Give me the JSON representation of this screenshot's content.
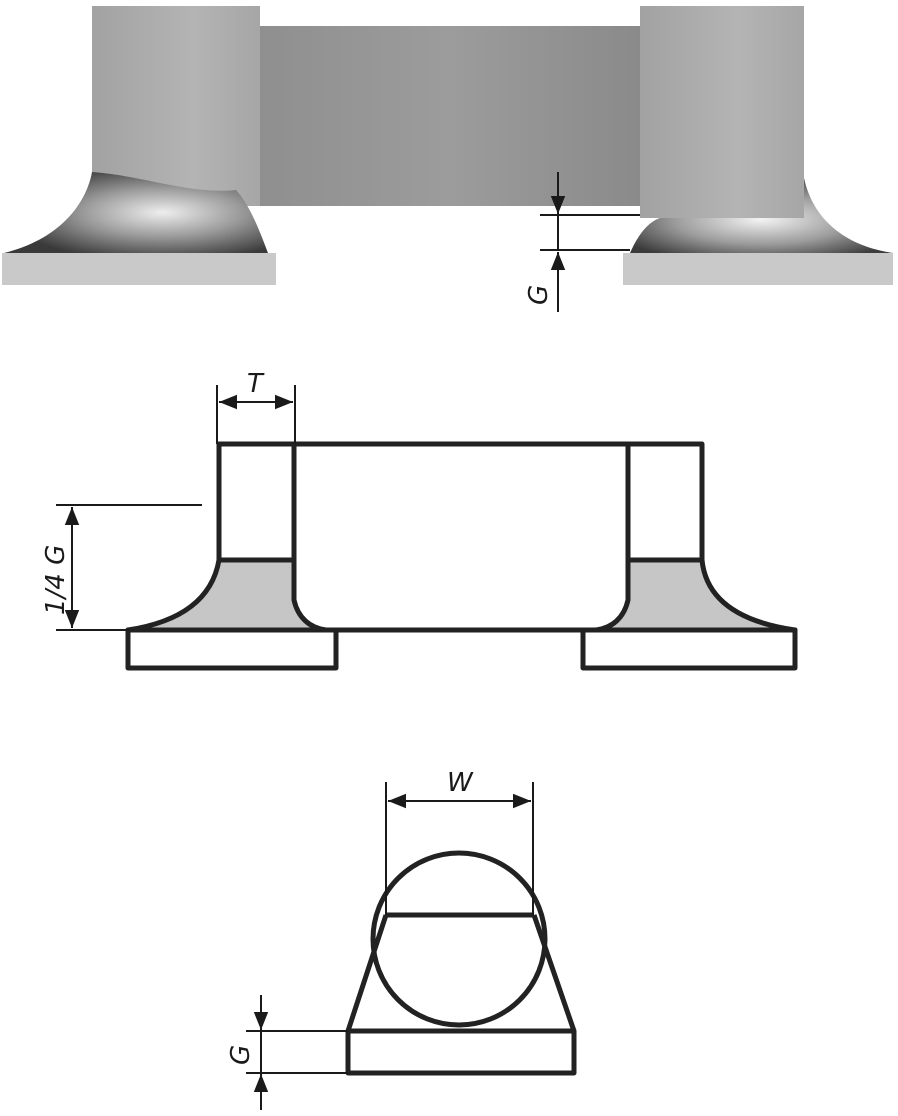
{
  "labels": {
    "top_gap": "G",
    "middle_width": "T",
    "middle_height": "1/4 G",
    "bottom_width": "W",
    "bottom_gap": "G"
  },
  "colors": {
    "body_gray": "#9a9a9a",
    "pad_gray": "#c8c8c8",
    "fillet_gray": "#c4c4c4",
    "line": "#1a1a1a"
  }
}
